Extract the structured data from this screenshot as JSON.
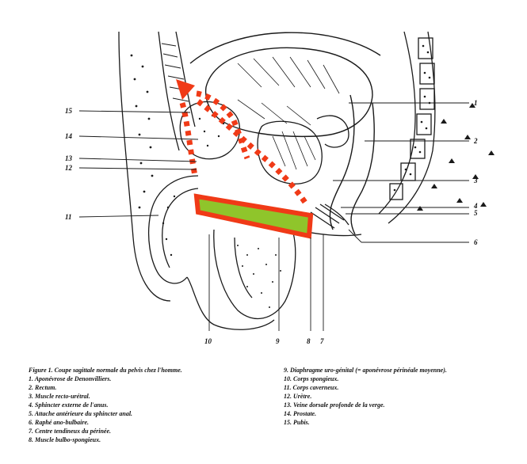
{
  "labels": {
    "n1": "1",
    "n2": "2",
    "n3": "3",
    "n4": "4",
    "n5": "5",
    "n6": "6",
    "n7": "7",
    "n8": "8",
    "n9": "9",
    "n10": "10",
    "n11": "11",
    "n12": "12",
    "n13": "13",
    "n14": "14",
    "n15": "15"
  },
  "caption": {
    "left": [
      "Figure 1. Coupe sagittale normale du pelvis chez l'homme.",
      "1. Aponévrose de Denonvilliers.",
      "2. Rectum.",
      "3. Muscle recto-urétral.",
      "4. Sphincter externe de l'anus.",
      "5. Attache antérieure du sphincter anal.",
      "6. Raphé ano-bulbaire.",
      "7. Centre tendineux du périnée.",
      "8. Muscle bulbo-spongieux."
    ],
    "right": [
      "9. Diaphragme uro-génital (= aponévrose périnéale moyenne).",
      "10. Corps spongieux.",
      "11. Corps caverneux.",
      "12. Urètre.",
      "13. Veine dorsale profonde de la verge.",
      "14. Prostate.",
      "15. Pubis."
    ]
  },
  "colors": {
    "highlight_red": "#f03a17",
    "highlight_green": "#8fc52b",
    "ink": "#1a1a1a"
  }
}
